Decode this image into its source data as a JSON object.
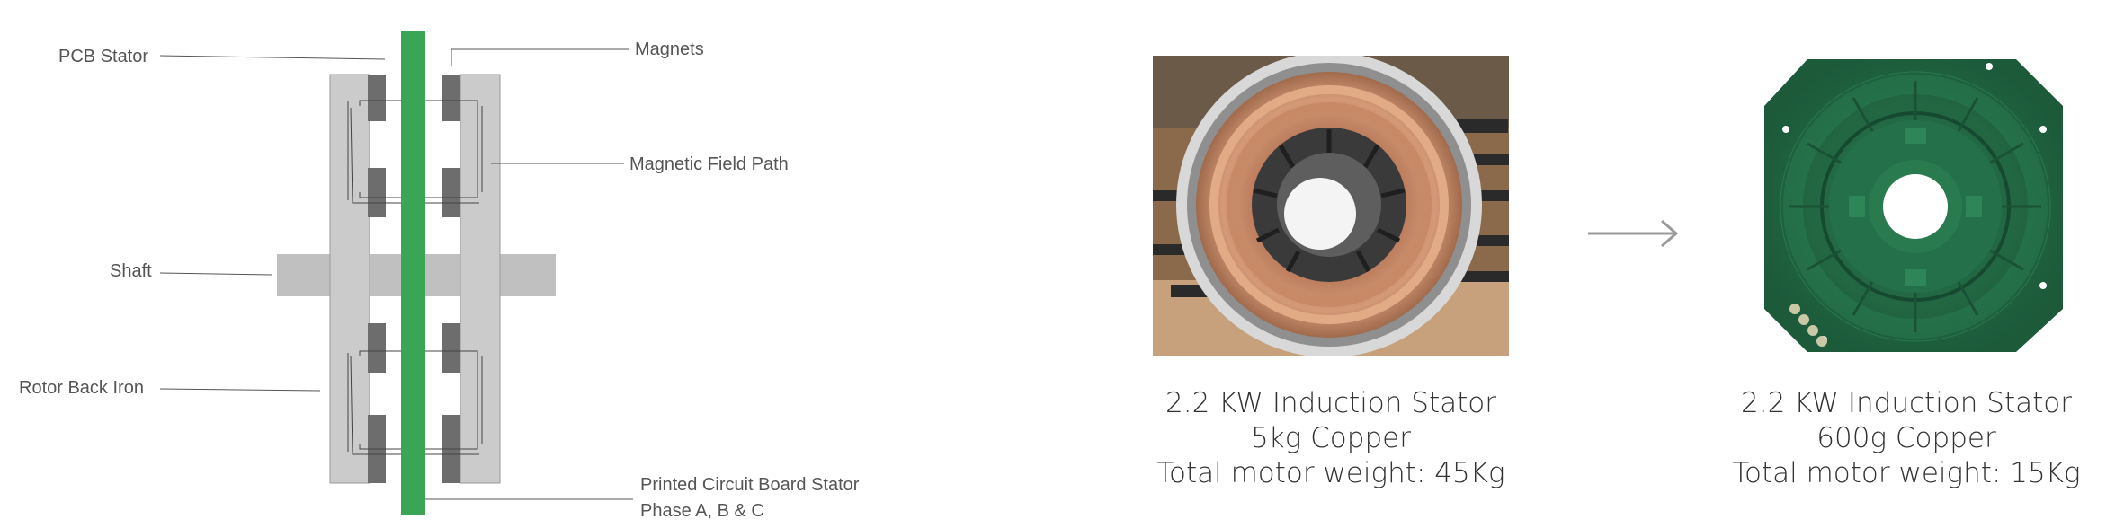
{
  "diagram": {
    "labels": {
      "pcb_stator": "PCB Stator",
      "magnets": "Magnets",
      "magnetic_field_path": "Magnetic Field Path",
      "shaft": "Shaft",
      "rotor_back_iron": "Rotor Back Iron",
      "pcb_stator_bottom_line1": "Printed Circuit Board Stator",
      "pcb_stator_bottom_line2": "Phase A, B & C"
    },
    "colors": {
      "pcb_green": "#3aa655",
      "rotor_iron": "#c8c8c8",
      "magnet": "#6d6d6d",
      "shaft": "#c0c0c0"
    }
  },
  "comparison": {
    "left": {
      "image": "copper-wound-induction-stator-photo",
      "line1": "2.2 KW Induction Stator",
      "line2": "5kg Copper",
      "line3": "Total motor weight: 45Kg"
    },
    "arrow": "right-arrow-icon",
    "right": {
      "image": "pcb-stator-photo",
      "line1": "2.2 KW Induction Stator",
      "line2": "600g Copper",
      "line3": "Total motor weight: 15Kg"
    }
  }
}
